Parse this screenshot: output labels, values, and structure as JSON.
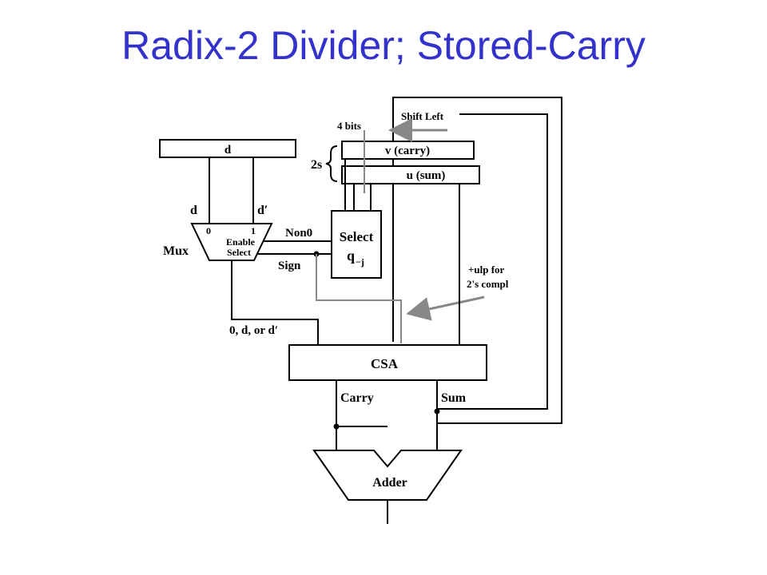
{
  "title": "Radix-2 Divider; Stored-Carry",
  "labels": {
    "d_register": "d",
    "d_input": "d",
    "d_prime_input": "d′",
    "mux_in_0": "0",
    "mux_in_1": "1",
    "enable": "Enable",
    "select": "Select",
    "mux": "Mux",
    "non0": "Non0",
    "sign": "Sign",
    "select_q": "Select",
    "q_j": "q",
    "q_sub": "−j",
    "four_bits": "4 bits",
    "two_s": "2s",
    "v_carry": "v (carry)",
    "u_sum": "u (sum)",
    "shift_left": "Shift Left",
    "ulp_line1": "+ulp for",
    "ulp_line2": "2's compl",
    "mux_output": "0, d, or d′",
    "csa": "CSA",
    "carry": "Carry",
    "sum": "Sum",
    "adder": "Adder"
  },
  "colors": {
    "title": "#3333cc",
    "wire": "#000000",
    "gray_wire": "#888888"
  }
}
